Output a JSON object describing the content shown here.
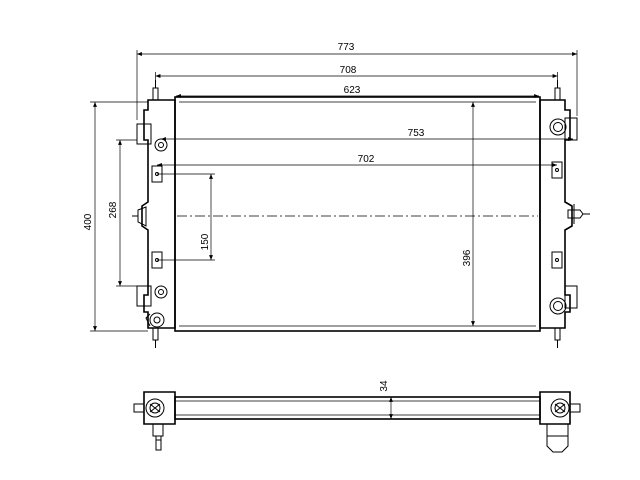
{
  "dimensions": {
    "overall_width": "773",
    "pin_span": "708",
    "core_width": "623",
    "mount_span_a": "753",
    "mount_span_b": "702",
    "overall_height": "400",
    "side_height": "268",
    "bracket_spacing": "150",
    "core_height": "396",
    "core_depth": "34"
  }
}
